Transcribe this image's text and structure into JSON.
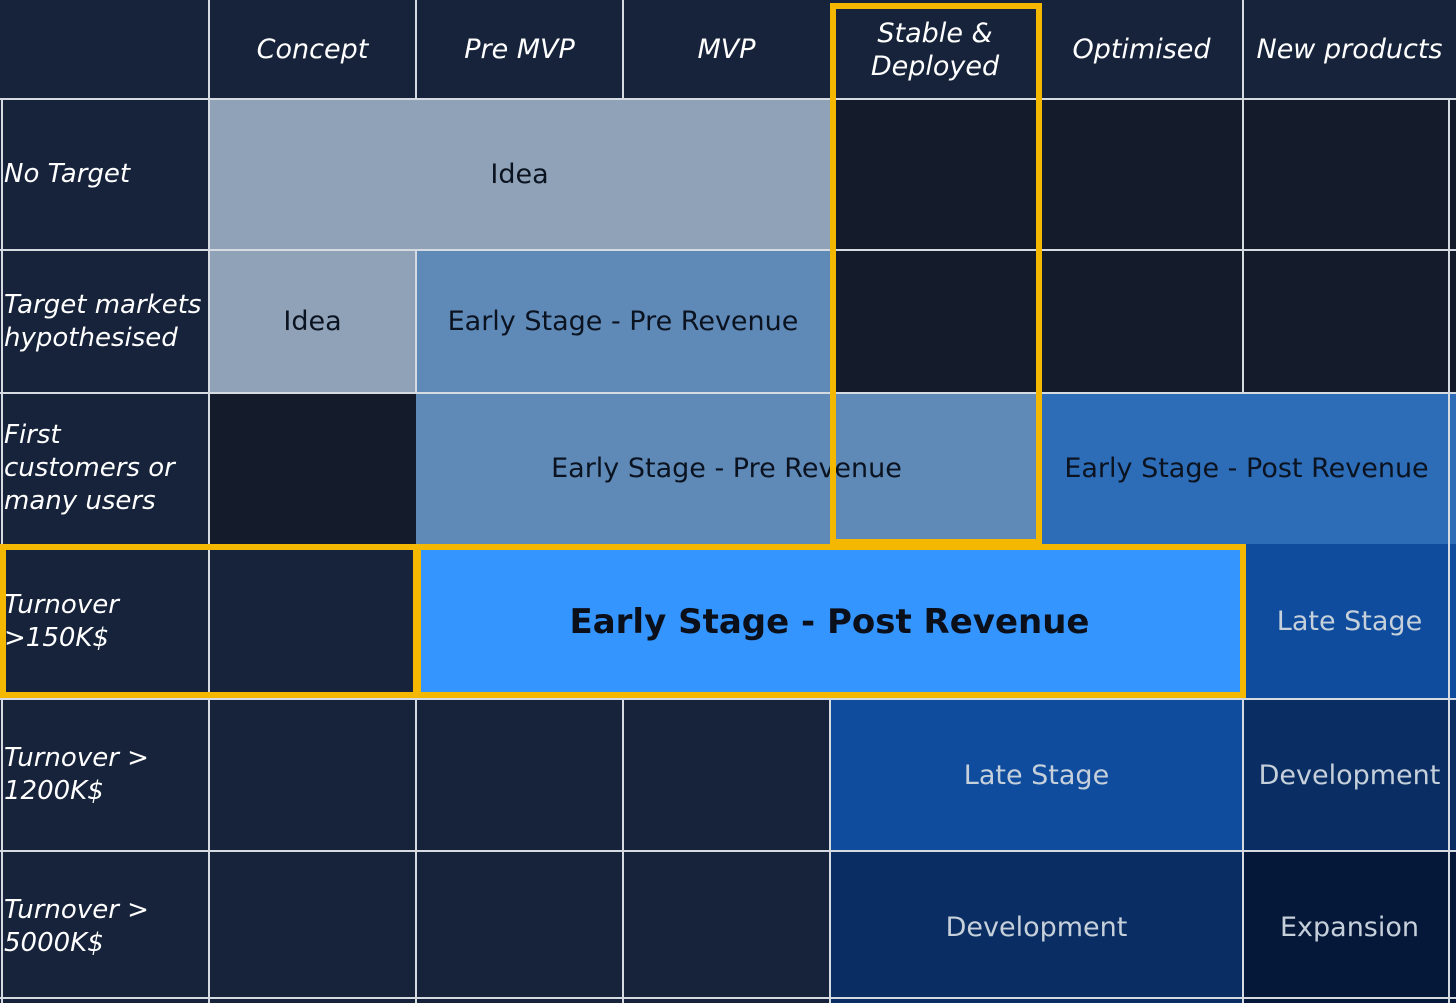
{
  "columns": {
    "concept": "Concept",
    "pre_mvp": "Pre MVP",
    "mvp": "MVP",
    "stable": "Stable & Deployed",
    "optimised": "Optimised",
    "new_products": "New products"
  },
  "rows": {
    "no_target": "No Target",
    "target_markets": "Target markets hypothesised",
    "first_customers": "First customers or many users",
    "turnover_150": "Turnover >150K$",
    "turnover_1200": "Turnover > 1200K$",
    "turnover_5000": "Turnover > 5000K$"
  },
  "regions": {
    "idea_row1": "Idea",
    "idea_row2": "Idea",
    "early_pre_row2": "Early Stage - Pre Revenue",
    "early_pre_row3": "Early Stage - Pre Revenue",
    "early_post_row3": "Early Stage - Post Revenue",
    "early_post_row4": "Early Stage - Post Revenue",
    "late_row4": "Late Stage",
    "late_row5": "Late Stage",
    "dev_row5": "Development",
    "dev_row6": "Development",
    "expansion_row6": "Expansion"
  },
  "colors": {
    "background": "#16233a",
    "idea": "#8fa2b7",
    "early_pre_revenue": "#5f8ab8",
    "early_post_revenue": "#2d6cb7",
    "early_post_revenue_highlight": "#3495fe",
    "late_stage": "#0f4c9d",
    "development": "#0a2e63",
    "expansion": "#06183a",
    "highlight_border": "#f5b800"
  }
}
